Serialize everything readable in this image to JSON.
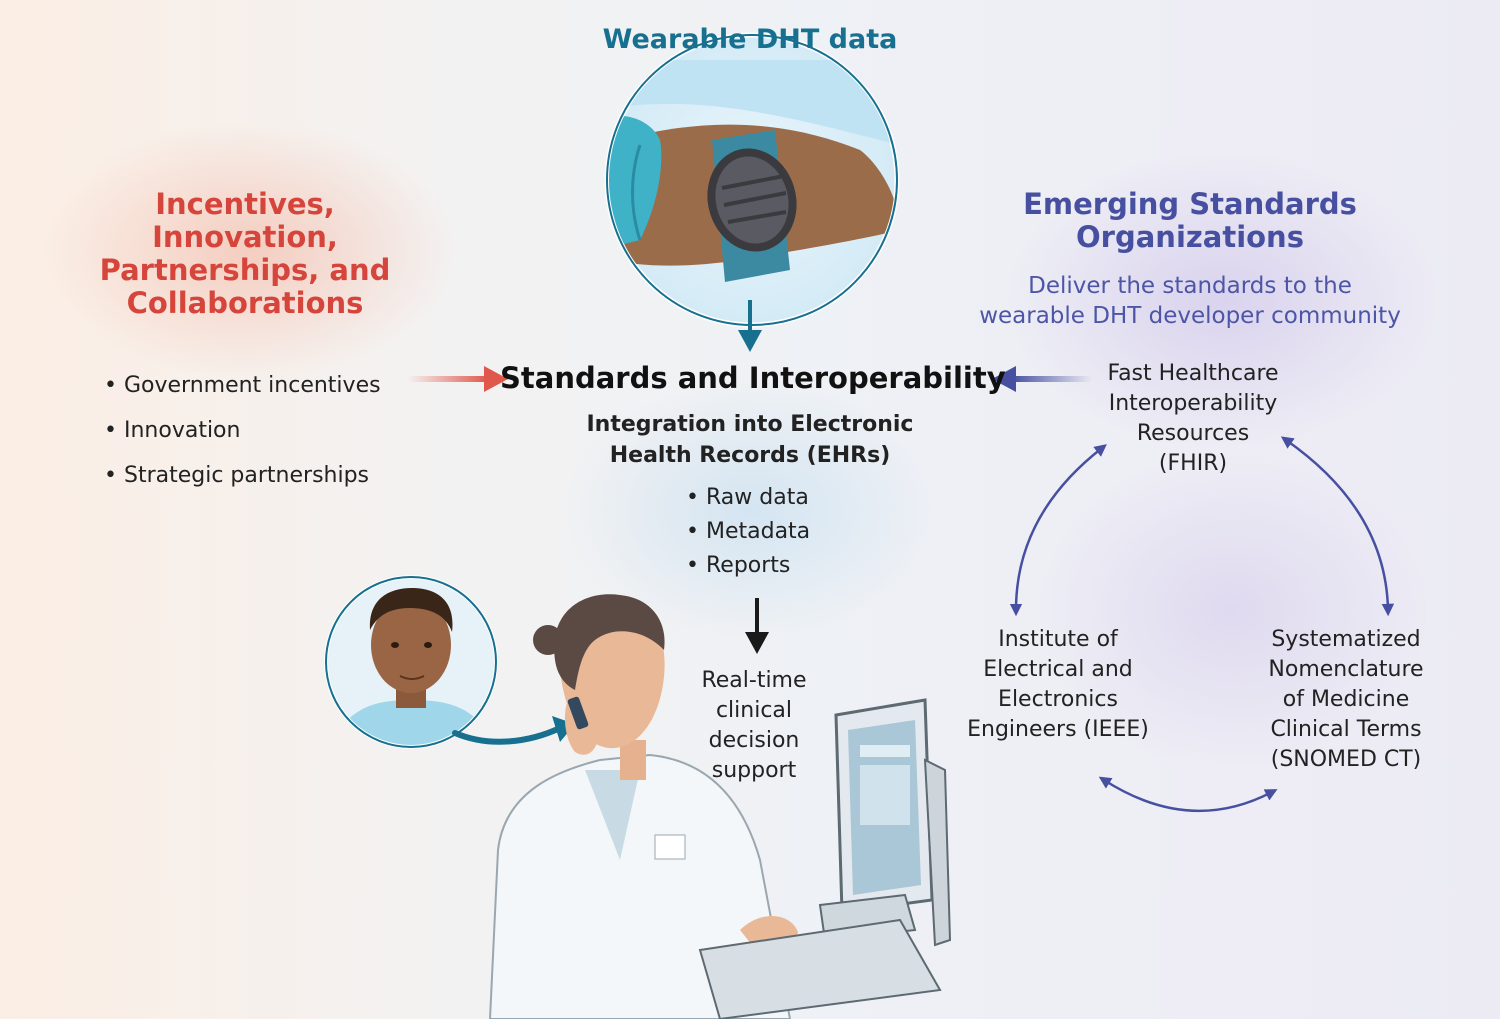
{
  "wearable": {
    "title": "Wearable DHT data"
  },
  "incentives": {
    "title_lines": [
      "Incentives, Innovation,",
      "Partnerships, and",
      "Collaborations"
    ],
    "items": [
      "Government incentives",
      "Innovation",
      "Strategic partnerships"
    ]
  },
  "center": {
    "title": "Standards and Interoperability",
    "subtitle_lines": [
      "Integration into Electronic",
      "Health Records (EHRs)"
    ],
    "items": [
      "Raw data",
      "Metadata",
      "Reports"
    ],
    "outcome_lines": [
      "Real-time",
      "clinical",
      "decision",
      "support"
    ]
  },
  "standards": {
    "title_lines": [
      "Emerging Standards",
      "Organizations"
    ],
    "subtitle_lines": [
      "Deliver the standards to the",
      "wearable DHT developer community"
    ],
    "fhir_lines": [
      "Fast Healthcare",
      "Interoperability",
      "Resources",
      "(FHIR)"
    ],
    "ieee_lines": [
      "Institute of",
      "Electrical and",
      "Electronics",
      "Engineers (IEEE)"
    ],
    "snomed_lines": [
      "Systematized",
      "Nomenclature",
      "of Medicine",
      "Clinical Terms",
      "(SNOMED CT)"
    ]
  },
  "colors": {
    "red": "#d6453b",
    "blue": "#4750a0",
    "teal": "#17708f",
    "arrow_black": "#1a1a1a"
  }
}
